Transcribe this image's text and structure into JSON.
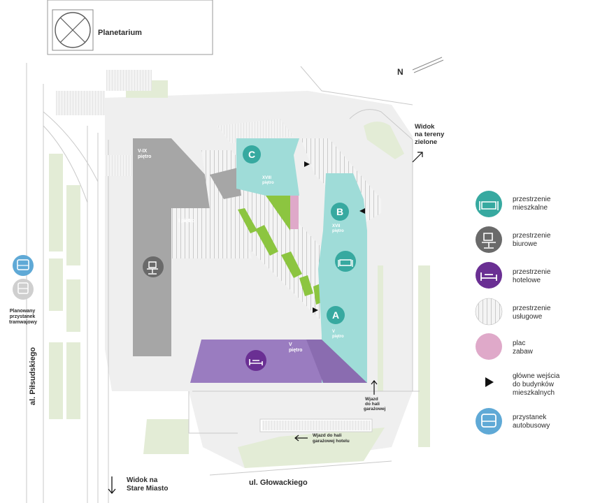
{
  "map": {
    "planetarium": "Planetarium",
    "north": "N",
    "view_green": [
      "Widok",
      "na tereny",
      "zielone"
    ],
    "view_old_town": [
      "Widok na",
      "Stare Miasto"
    ],
    "street_pilsudskiego": "al. Piłsudskiego",
    "street_glowackiego": "ul. Głowackiego",
    "planned_tram_stop": [
      "Planowany",
      "przystanek",
      "tramwajowy"
    ],
    "garage_entry": [
      "Wjazd",
      "do hali",
      "garażowej"
    ],
    "hotel_garage_entry": [
      "Wjazd do hali",
      "garażowej hotelu"
    ],
    "floor_labels": {
      "office": [
        "V-IX",
        "piętro"
      ],
      "c_tower": [
        "XVIII",
        "piętro"
      ],
      "b_tower": [
        "XVII",
        "piętro"
      ],
      "a_tower": [
        "V",
        "piętro"
      ],
      "hotel": [
        "V",
        "piętro"
      ],
      "first_floor": "I piętro"
    },
    "building_letters": {
      "a": "A",
      "b": "B",
      "c": "C"
    }
  },
  "legend": [
    {
      "icon": "armchair-icon",
      "color": "#37a9a0",
      "lines": [
        "przestrzenie",
        "mieszkalne"
      ]
    },
    {
      "icon": "office-chair-icon",
      "color": "#6a6a6a",
      "lines": [
        "przestrzenie",
        "biurowe"
      ]
    },
    {
      "icon": "bed-icon",
      "color": "#6a2f93",
      "lines": [
        "przestrzenie",
        "hotelowe"
      ]
    },
    {
      "icon": "stripes-icon",
      "color": "#e8e8e8",
      "lines": [
        "przestrzenie",
        "usługowe"
      ]
    },
    {
      "icon": "playground-swatch-icon",
      "color": "#dfa9c9",
      "lines": [
        "plac",
        "zabaw"
      ]
    },
    {
      "icon": "triangle-entrance-icon",
      "color": "#111111",
      "lines": [
        "główne wejścia",
        "do budynków",
        "mieszkalnych"
      ]
    },
    {
      "icon": "bus-icon",
      "color": "#5fa9d6",
      "lines": [
        "przystanek",
        "autobusowy"
      ]
    }
  ],
  "colors": {
    "residential": "#9fdcd8",
    "residential_dark": "#37a9a0",
    "office": "#a6a6a6",
    "office_dark": "#6a6a6a",
    "hotel": "#9a7cc0",
    "hotel_dark": "#6a2f93",
    "green": "#e3ecd6",
    "lime": "#8cc540",
    "pink": "#dfa9c9",
    "road": "#efefef"
  }
}
